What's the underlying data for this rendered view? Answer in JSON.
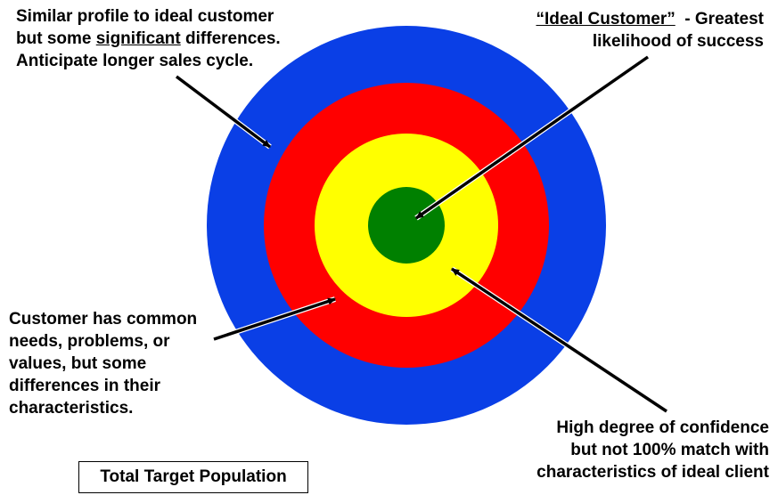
{
  "colors": {
    "outer_ring": "#0a3fe6",
    "second_ring": "#ff0000",
    "third_ring": "#ffff00",
    "center": "#008000"
  },
  "annotations": {
    "similar_profile": {
      "line1": "Similar profile to ideal customer",
      "line2_pre": "but some ",
      "line2_emph": "significant",
      "line2_post": " differences.",
      "line3": "Anticipate longer sales cycle."
    },
    "ideal_customer": {
      "title": "“Ideal Customer”",
      "title_suffix": "  - Greatest",
      "line2": "likelihood of success"
    },
    "common_needs": {
      "lines": [
        "Customer has common",
        "needs, problems, or",
        "values, but some",
        "differences in their",
        "characteristics."
      ]
    },
    "high_confidence": {
      "lines": [
        "High degree of confidence",
        "but not 100% match with",
        "characteristics of ideal client"
      ]
    }
  },
  "legend_box": {
    "label": "Total Target Population"
  }
}
